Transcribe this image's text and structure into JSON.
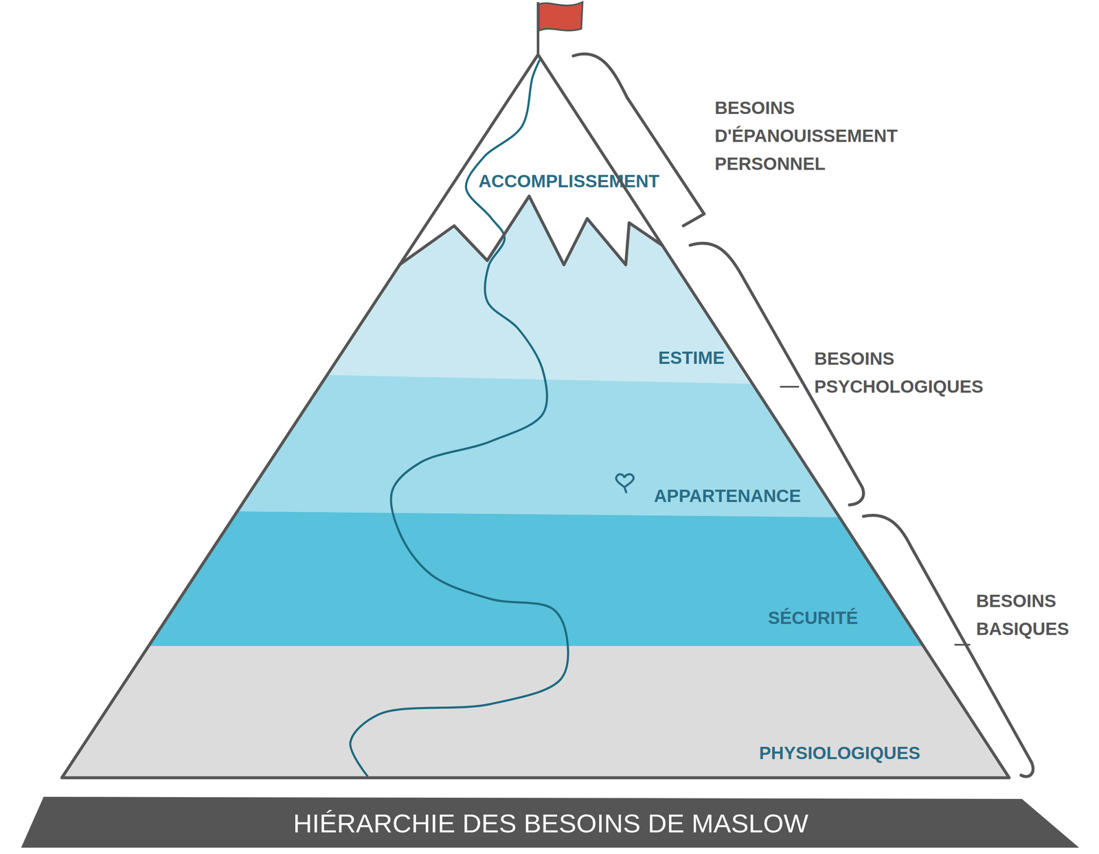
{
  "diagram": {
    "title": "HIÉRARCHIE DES BESOINS DE MASLOW",
    "nodes": [
      {
        "text": [
          "ACCOMPLISSEMENT"
        ]
      },
      {
        "text": [
          "ESTIME"
        ]
      },
      {
        "text": [
          "APPARTENANCE"
        ]
      },
      {
        "text": [
          "SÉCURITÉ"
        ]
      },
      {
        "text": [
          "PHYSIOLOGIQUES"
        ]
      }
    ],
    "labels": [
      "BESOINS D'ÉPANOUISSEMENT PERSONNEL",
      "BESOINS PSYCHOLOGIQUES",
      "BESOINS BASIQUES"
    ]
  }
}
